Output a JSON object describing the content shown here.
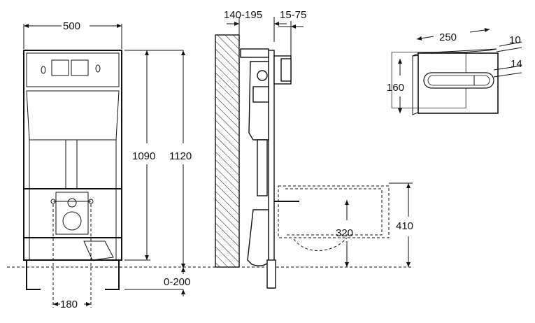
{
  "dimensions": {
    "frame_width": "500",
    "wall_depth": "140-195",
    "plate_offset": "15-75",
    "plate_width": "250",
    "plate_thickness": "10",
    "plate_recess": "14",
    "plate_height": "160",
    "height_inner": "1090",
    "height_total": "1120",
    "floor_adjust": "0-200",
    "outlet_spacing": "180",
    "pan_height": "320",
    "bowl_height": "410"
  }
}
